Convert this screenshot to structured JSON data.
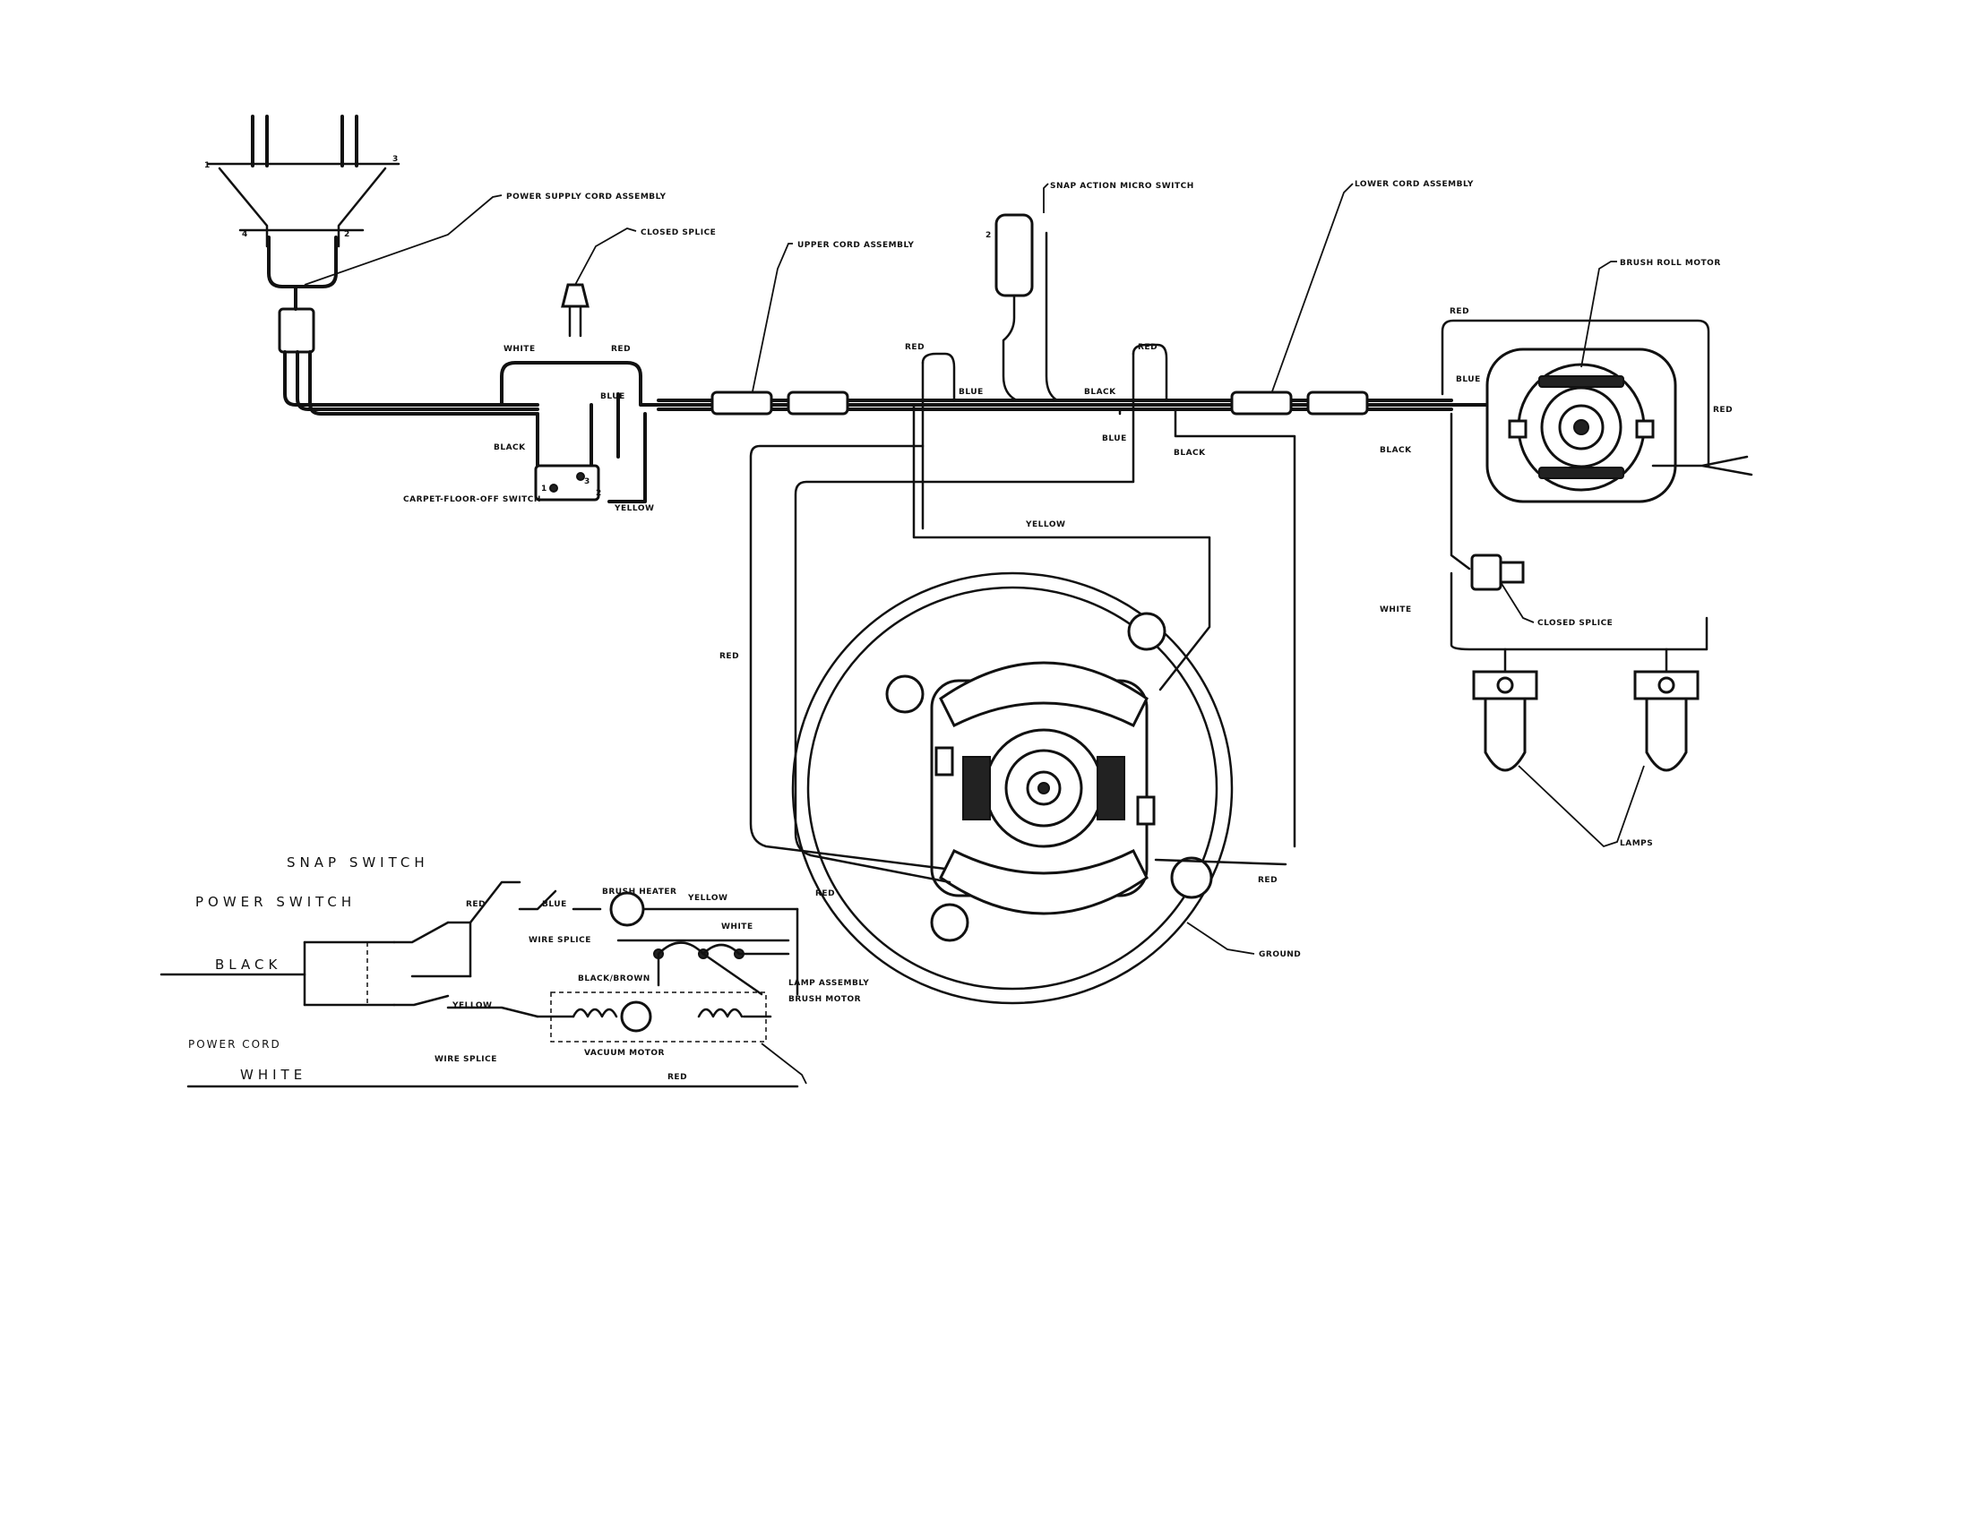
{
  "labels": {
    "power_supply_cord_assembly": "POWER SUPPLY CORD ASSEMBLY",
    "closed_splice": "CLOSED SPLICE",
    "upper_cord_assembly": "UPPER CORD ASSEMBLY",
    "snap_action_micro_switch": "SNAP ACTION MICRO SWITCH",
    "lower_cord_assembly": "LOWER CORD ASSEMBLY",
    "brush_roll_motor": "BRUSH ROLL MOTOR",
    "carpet_floor_off_switch": "CARPET-FLOOR-OFF SWITCH",
    "closed_splice_right": "CLOSED SPLICE",
    "lamps": "LAMPS",
    "ground": "GROUND",
    "white_1": "WHITE",
    "red_1": "RED",
    "blue_1": "BLUE",
    "black_1": "BLACK",
    "yellow_1": "YELLOW",
    "red_2": "RED",
    "blue_2": "BLUE",
    "red_3": "RED",
    "blue_3": "BLUE",
    "yellow_2": "YELLOW",
    "black_2": "BLACK",
    "black_3": "BLACK",
    "red_4": "RED",
    "blue_4": "BLUE",
    "red_5": "RED",
    "black_4": "BLACK",
    "white_2": "WHITE",
    "red_left": "RED",
    "red_bottom": "RED",
    "red_right_low": "RED"
  },
  "schematic": {
    "snap_switch": "SNAP SWITCH",
    "power_switch": "POWER SWITCH",
    "black": "BLACK",
    "power_cord": "POWER CORD",
    "white": "WHITE",
    "wire_splice_bottom": "WIRE SPLICE",
    "red_bottom": "RED",
    "blue": "BLUE",
    "red_top": "RED",
    "brush_heater": "BRUSH HEATER",
    "yellow": "YELLOW",
    "wire_splice": "WIRE SPLICE",
    "white_right": "WHITE",
    "black_brown": "BLACK/BROWN",
    "yellow_left": "YELLOW",
    "vacuum_motor": "VACUUM MOTOR",
    "lamp_assembly": "LAMP ASSEMBLY",
    "brush_motor": "BRUSH MOTOR"
  }
}
